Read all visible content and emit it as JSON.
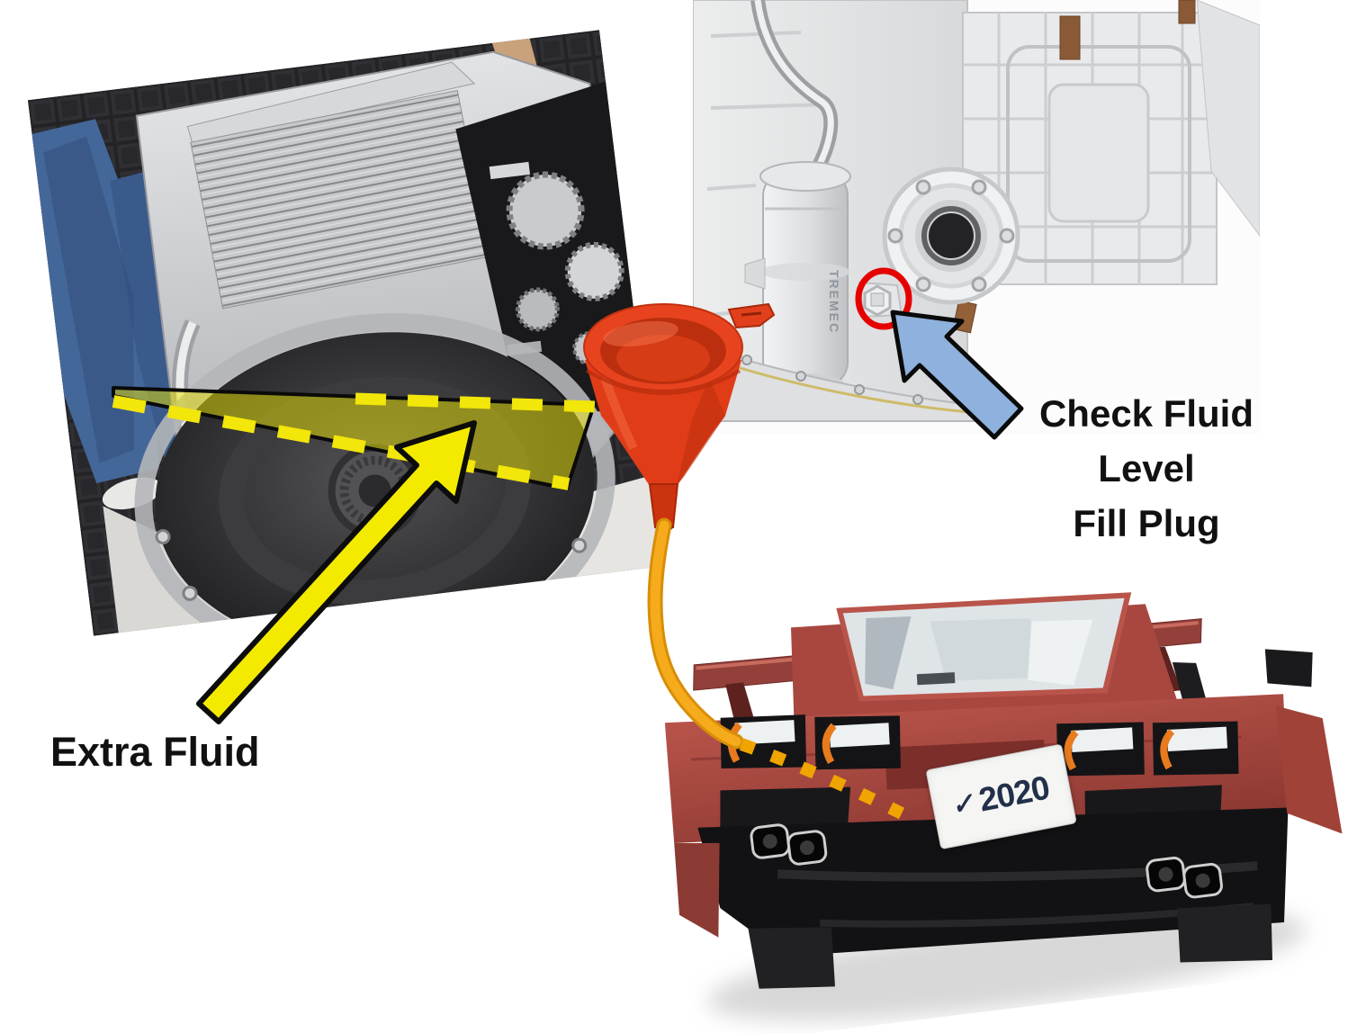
{
  "diagram_title_implied": "Transmission fluid level check and fill diagram",
  "labels": {
    "fill_plug": {
      "line1": "Check Fluid",
      "line2": "Level",
      "line3": "Fill Plug"
    },
    "extra_fluid": "Extra Fluid"
  },
  "license_plate": {
    "logo": "✓",
    "year": "2020"
  },
  "case_brand": "TREMEC",
  "icons": {
    "funnel": "funnel-icon",
    "yellow_arrow": "extra-fluid-arrow-icon",
    "blue_arrow": "fill-plug-arrow-icon",
    "red_circle": "fill-plug-circle-annotation",
    "fill_tube": "fill-tube-hose",
    "dashed_fluid_line": "fluid-level-dashed-line"
  },
  "colors": {
    "funnel_red": "#e2401c",
    "tube_orange": "#f4a414",
    "annotation_yellow": "#f2e60a",
    "fluid_fill_yellow": "#e8e000",
    "arrow_blue_fill": "#8fb1dd",
    "circle_red": "#e60000",
    "car_red": "#a84440",
    "background": "#ffffff"
  }
}
